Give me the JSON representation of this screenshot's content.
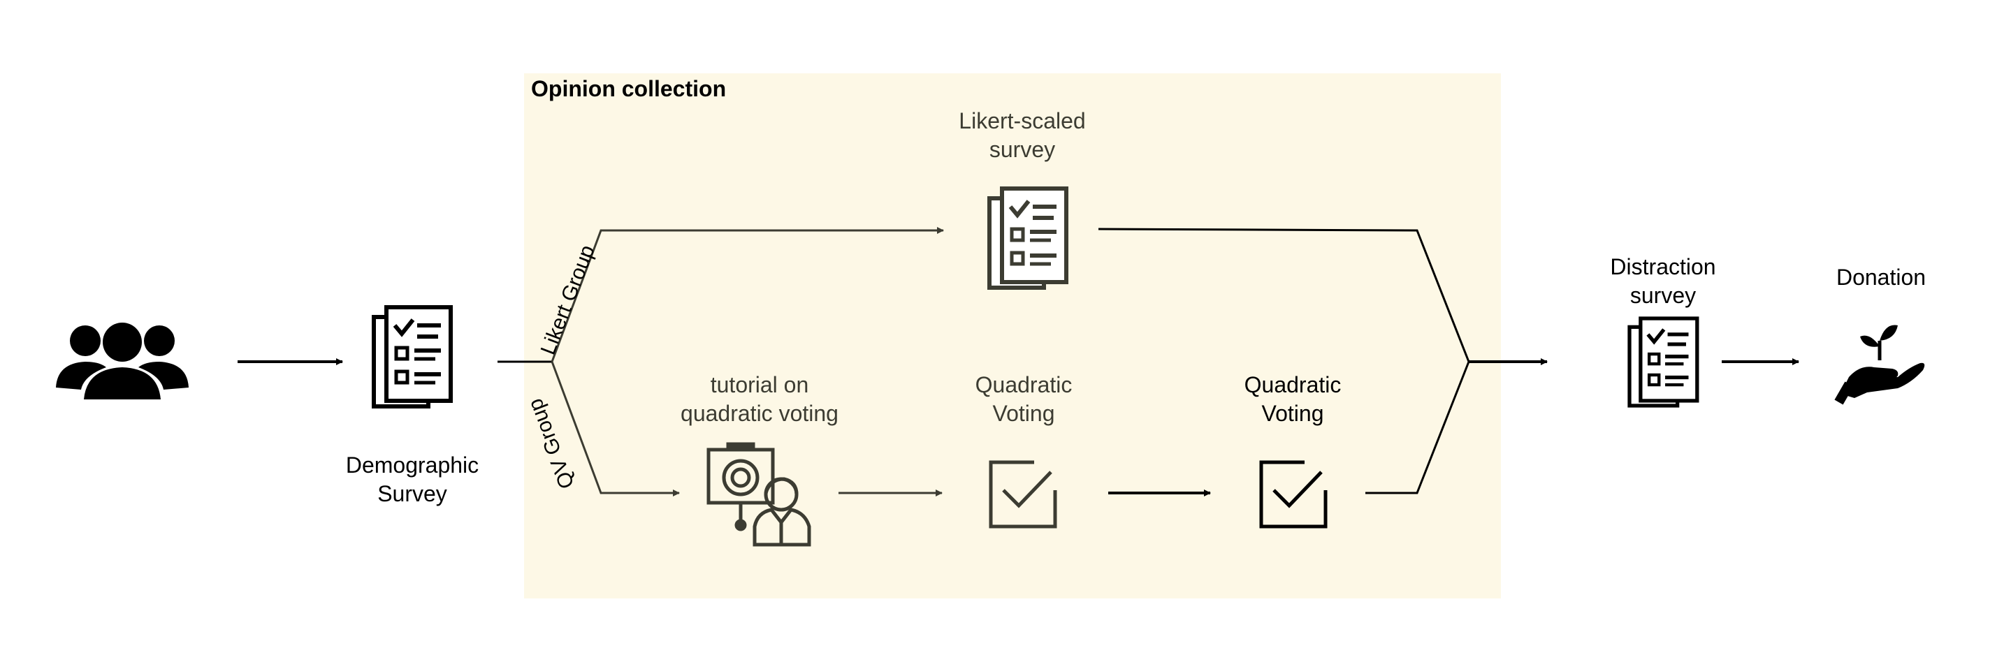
{
  "diagram": {
    "region_title": "Opinion collection",
    "branches": {
      "likert": "Likert Group",
      "qv": "QV Group"
    },
    "nodes": {
      "participants": {
        "icon": "group-icon"
      },
      "demographic": {
        "icon": "survey-icon",
        "label_line1": "Demographic",
        "label_line2": "Survey"
      },
      "likert_survey": {
        "icon": "survey-icon",
        "label_line1": "Likert-scaled",
        "label_line2": "survey"
      },
      "tutorial": {
        "icon": "presentation-icon",
        "label_line1": "tutorial on",
        "label_line2": "quadratic voting"
      },
      "qv_practice": {
        "icon": "checkbox-icon",
        "label_line1": "Quadratic",
        "label_line2": "Voting"
      },
      "qv_final": {
        "icon": "checkbox-icon",
        "label_line1": "Quadratic",
        "label_line2": "Voting"
      },
      "distraction": {
        "icon": "survey-icon",
        "label_line1": "Distraction",
        "label_line2": "survey"
      },
      "donation": {
        "icon": "donation-icon",
        "label_line1": "Donation"
      }
    },
    "colors": {
      "region_fill": "#fdf8e6",
      "faint_stroke": "#3c3c32",
      "dark_stroke": "#000000"
    }
  }
}
